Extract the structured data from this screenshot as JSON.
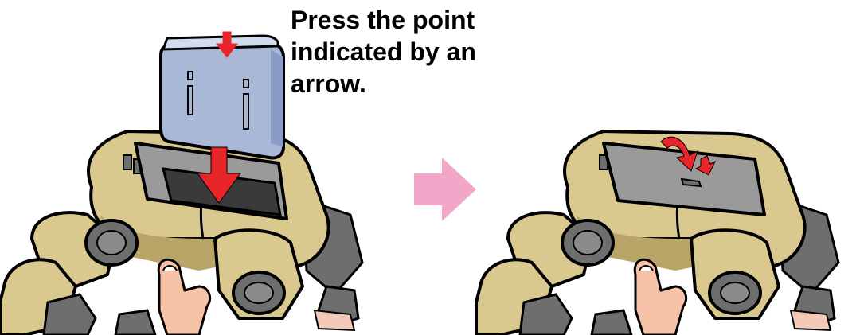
{
  "instruction": {
    "line1": "Press the point",
    "line2": "indicated by an",
    "line3": "arrow."
  },
  "colors": {
    "body": "#d9c98f",
    "body_shadow": "#b8a467",
    "outline": "#000000",
    "battery": "#aab8d8",
    "battery_shadow": "#8a9cc6",
    "slot_tray": "#9a9a9a",
    "slot_dark": "#3a3a3a",
    "joint": "#6e6e6e",
    "skin": "#f7c3a8",
    "press_arrow": "#e8262a",
    "transition_arrow": "#f2a6c8"
  },
  "icons": {
    "battery_arrow": "arrow-down-icon",
    "insert_arrow": "arrow-down-icon",
    "transition": "arrow-right-icon",
    "press_arrow": "curved-arrow-icon"
  }
}
